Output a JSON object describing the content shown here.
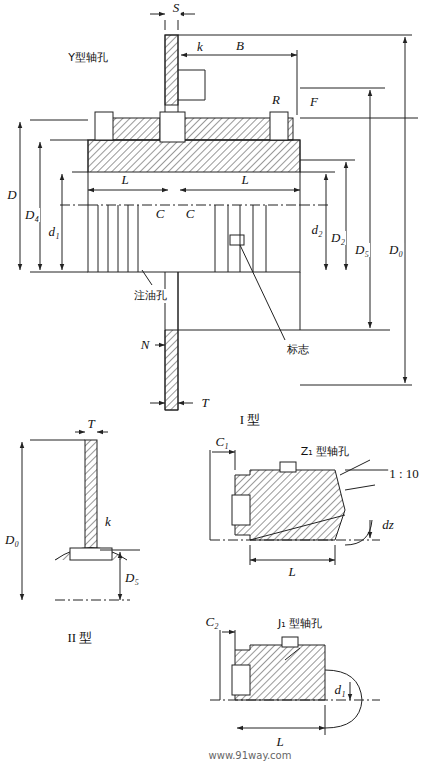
{
  "diagram": {
    "labels": [
      "S",
      "k",
      "B",
      "Y型轴孔",
      "R",
      "F",
      "D",
      "D₄",
      "d₁",
      "L",
      "C",
      "C",
      "L",
      "d₂",
      "D₂",
      "D₅",
      "D₀",
      "注油孔",
      "标志",
      "N",
      "T",
      "I 型",
      "T",
      "k",
      "D₀",
      "D₅",
      "II 型",
      "C₁",
      "Z₁ 型轴孔",
      "1 : 10",
      "L",
      "dz",
      "C₂",
      "J₁ 型轴孔",
      "d₁",
      "L",
      "www.91way.com"
    ]
  }
}
